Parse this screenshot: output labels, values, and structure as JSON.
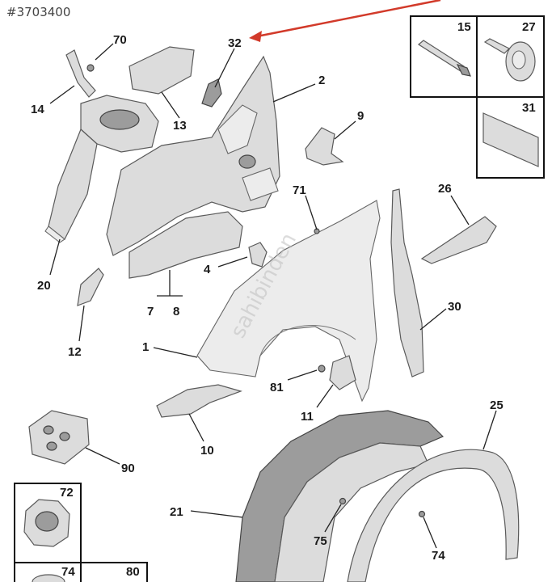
{
  "reference": "#3703400",
  "watermark": "sahibinden",
  "colors": {
    "arrow": "#d23a2a",
    "part_fill": "#dcdcdc",
    "stroke": "#5a5a5a"
  },
  "callouts": {
    "l70": "70",
    "l14": "14",
    "l13": "13",
    "l32": "32",
    "l2": "2",
    "l9": "9",
    "l15": "15",
    "l27": "27",
    "l31": "31",
    "l71": "71",
    "l26": "26",
    "l20": "20",
    "l4": "4",
    "l7": "7",
    "l8": "8",
    "l12": "12",
    "l1": "1",
    "l30": "30",
    "l81": "81",
    "l11": "11",
    "l10": "10",
    "l25": "25",
    "l90": "90",
    "l72": "72",
    "l21": "21",
    "l75": "75",
    "l74": "74",
    "l74b": "74",
    "l80": "80"
  }
}
